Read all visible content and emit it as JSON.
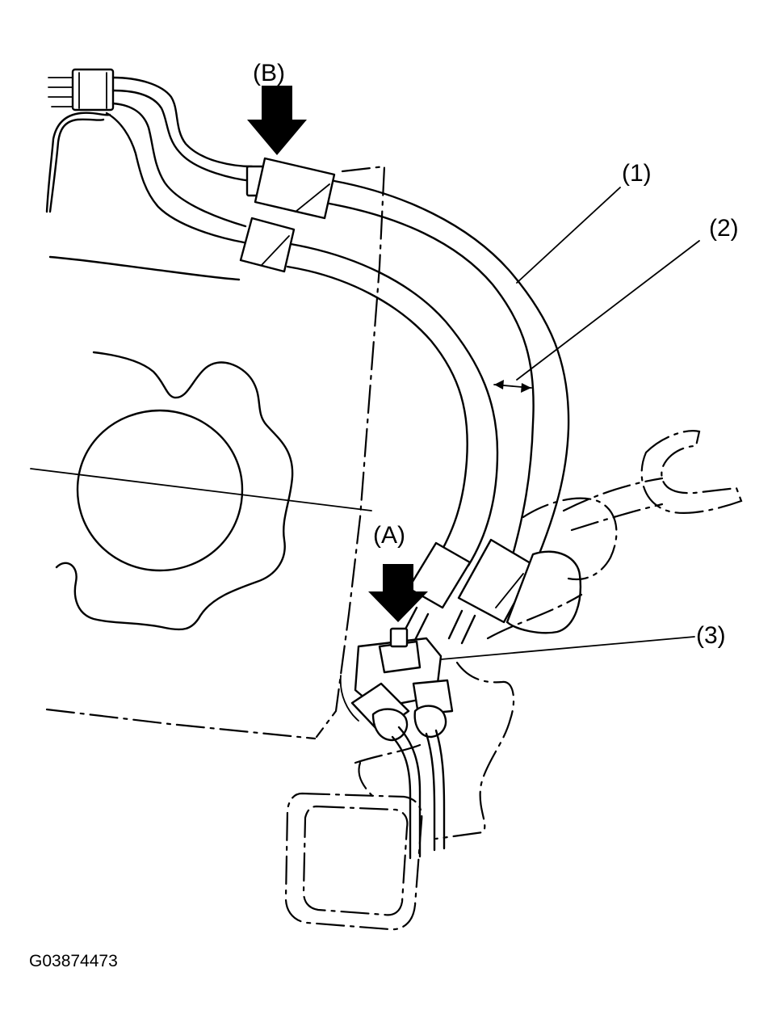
{
  "figure": {
    "callouts": {
      "part_1": "(1)",
      "part_2": "(2)",
      "part_3": "(3)",
      "point_a": "(A)",
      "point_b": "(B)"
    },
    "figure_id": "G03874473"
  }
}
